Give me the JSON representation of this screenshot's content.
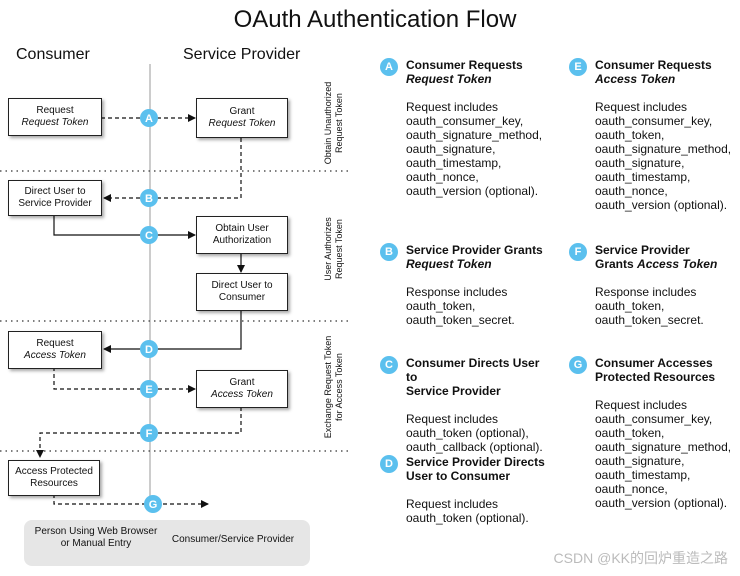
{
  "title": "OAuth Authentication Flow",
  "columns": {
    "consumer": "Consumer",
    "provider": "Service Provider"
  },
  "phases": {
    "p1": [
      "Obtain Unauthorized",
      "Request Token"
    ],
    "p2": [
      "User Authorizes",
      "Request Token"
    ],
    "p3": [
      "Exchange Request Token",
      "for Access Token"
    ]
  },
  "boxes": {
    "request_request_token": {
      "l1": "Request",
      "l2": "Request Token"
    },
    "grant_request_token": {
      "l1": "Grant",
      "l2": "Request Token"
    },
    "direct_user": {
      "l1": "Direct User to",
      "l2": "Service Provider"
    },
    "obtain_auth": {
      "l1": "Obtain User",
      "l2": "Authorization"
    },
    "direct_consumer": {
      "l1": "Direct User to",
      "l2": "Consumer"
    },
    "request_access_token": {
      "l1": "Request",
      "l2": "Access Token"
    },
    "grant_access_token": {
      "l1": "Grant",
      "l2": "Access Token"
    },
    "access_protected": {
      "l1": "Access Protected",
      "l2": "Resources"
    }
  },
  "badges": [
    "A",
    "B",
    "C",
    "D",
    "E",
    "F",
    "G"
  ],
  "steps": {
    "A": {
      "head1": "Consumer Requests",
      "head2": "Request Token",
      "body": [
        "Request includes",
        "oauth_consumer_key,",
        "oauth_signature_method,",
        "oauth_signature,",
        "oauth_timestamp,",
        "oauth_nonce,",
        "oauth_version (optional)."
      ]
    },
    "B": {
      "head1": "Service Provider Grants",
      "head2": "Request Token",
      "body": [
        "Response includes",
        "oauth_token,",
        "oauth_token_secret."
      ]
    },
    "C": {
      "head1": "Consumer Directs User to",
      "head2": "Service Provider",
      "body": [
        "Request includes",
        "oauth_token (optional),",
        "oauth_callback (optional)."
      ]
    },
    "D": {
      "head1": "Service Provider Directs",
      "head2": "User to Consumer",
      "body": [
        "Request includes",
        "oauth_token (optional)."
      ]
    },
    "E": {
      "head1": "Consumer Requests",
      "head2": "Access Token",
      "body": [
        "Request includes",
        "oauth_consumer_key,",
        "oauth_token,",
        "oauth_signature_method,",
        "oauth_signature,",
        "oauth_timestamp,",
        "oauth_nonce,",
        "oauth_version (optional)."
      ]
    },
    "F": {
      "head1": "Service Provider",
      "head2a": "Grants",
      "head2b": "Access Token",
      "body": [
        "Response includes",
        "oauth_token,",
        "oauth_token_secret."
      ]
    },
    "G": {
      "head1": "Consumer Accesses",
      "head2": "Protected Resources",
      "body": [
        "Request includes",
        "oauth_consumer_key,",
        "oauth_token,",
        "oauth_signature_method,",
        "oauth_signature,",
        "oauth_timestamp,",
        "oauth_nonce,",
        "oauth_version (optional)."
      ]
    }
  },
  "legend": {
    "solid": [
      "Person Using Web Browser",
      "or Manual Entry"
    ],
    "dashed": "Consumer/Service Provider"
  },
  "watermark": "CSDN @KK的回炉重造之路",
  "colors": {
    "badge": "#5bc0ee",
    "legend_bg": "#e6e6e6"
  }
}
